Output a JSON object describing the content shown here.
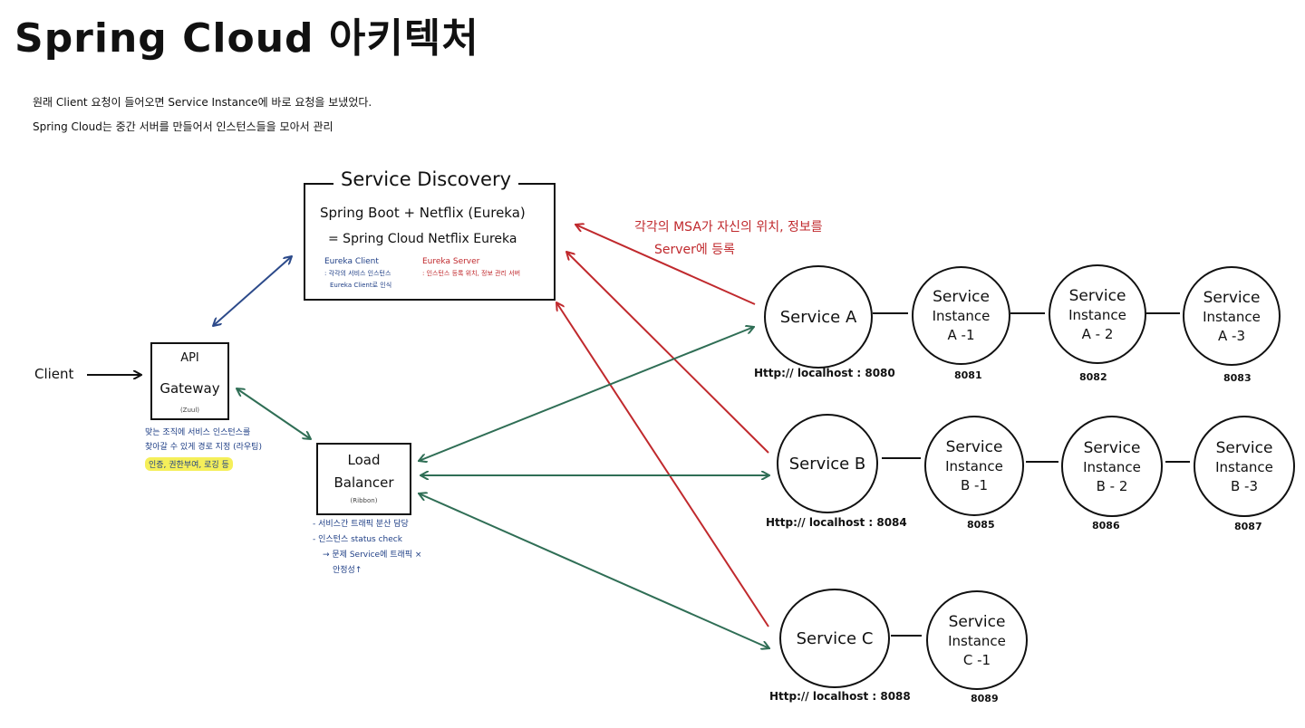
{
  "title": "Spring Cloud 아키텍처",
  "intro": {
    "line1": "원래 Client 요청이 들어오면 Service Instance에 바로 요청을 보냈었다.",
    "line2": "Spring Cloud는 중간 서버를 만들어서 인스턴스들을 모아서 관리"
  },
  "discovery": {
    "title": "Service Discovery",
    "formula_line1": "Spring Boot + Netflix (Eureka)",
    "formula_line2": "= Spring Cloud Netflix Eureka",
    "client_title": "Eureka Client",
    "client_desc_1": ": 각각의 서비스 인스턴스",
    "client_desc_2": "Eureka Client로 인식",
    "server_title": "Eureka Server",
    "server_desc": ": 인스턴스 등록 위치, 정보 관리 서버"
  },
  "client": "Client",
  "gateway": {
    "line1": "API",
    "line2": "Gateway",
    "sub": "(Zuul)",
    "note1": "맞는 조직에 서비스 인스턴스를",
    "note2": "찾아갈 수 있게 경로 지정 (라우팅)",
    "note3": "인증, 권한부여, 로깅 등"
  },
  "load_balancer": {
    "line1": "Load",
    "line2": "Balancer",
    "sub": "(Ribbon)",
    "note1": "- 서비스간 트래픽 분산 담당",
    "note2": "- 인스턴스 status check",
    "note3": "→ 문제 Service에 트래픽 ×",
    "note4": "안정성↑"
  },
  "registration_note": {
    "line1": "각각의 MSA가 자신의 위치, 정보를",
    "line2": "Server에 등록"
  },
  "services": [
    {
      "name": "Service A",
      "address": "Http:// localhost : 8080",
      "instances": [
        {
          "line1": "Service",
          "line2": "Instance",
          "line3": "A -1",
          "port": "8081"
        },
        {
          "line1": "Service",
          "line2": "Instance",
          "line3": "A - 2",
          "port": "8082"
        },
        {
          "line1": "Service",
          "line2": "Instance",
          "line3": "A -3",
          "port": "8083"
        }
      ]
    },
    {
      "name": "Service B",
      "address": "Http:// localhost : 8084",
      "instances": [
        {
          "line1": "Service",
          "line2": "Instance",
          "line3": "B -1",
          "port": "8085"
        },
        {
          "line1": "Service",
          "line2": "Instance",
          "line3": "B - 2",
          "port": "8086"
        },
        {
          "line1": "Service",
          "line2": "Instance",
          "line3": "B -3",
          "port": "8087"
        }
      ]
    },
    {
      "name": "Service C",
      "address": "Http:// localhost : 8088",
      "instances": [
        {
          "line1": "Service",
          "line2": "Instance",
          "line3": "C -1",
          "port": "8089"
        }
      ]
    }
  ],
  "colors": {
    "discovery_arrow": "#2c4a8a",
    "registration_arrow": "#c0292d",
    "routing_arrow": "#2f6e55",
    "highlight": "#f5ef5a",
    "stroke": "#111111"
  }
}
